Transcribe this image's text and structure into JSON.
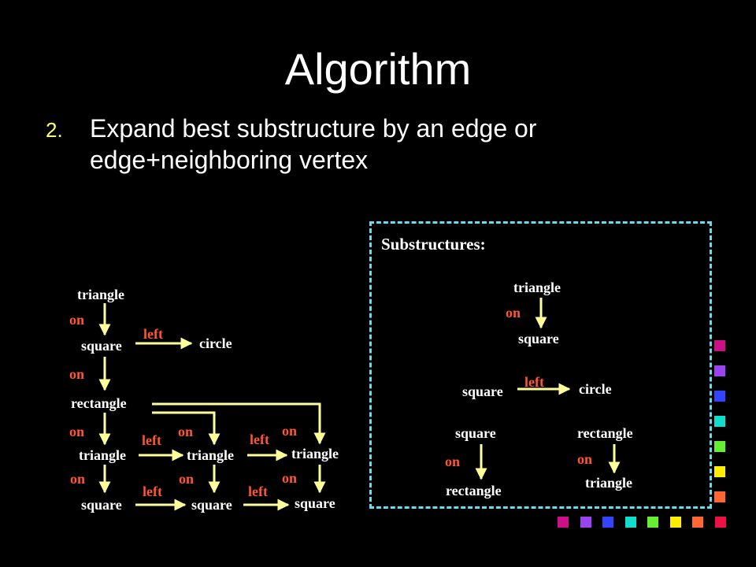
{
  "slide": {
    "title": "Algorithm",
    "bullet_number": "2.",
    "bullet_line1": "Expand best substructure by an edge or",
    "bullet_line2": "edge+neighboring vertex"
  },
  "graph": {
    "triangle_top": "triangle",
    "on_1": "on",
    "square_top": "square",
    "left_1": "left",
    "circle": "circle",
    "on_2": "on",
    "rectangle": "rectangle",
    "on_3": "on",
    "on_4": "on",
    "on_5": "on",
    "left_2": "left",
    "left_3": "left",
    "triangle_1": "triangle",
    "triangle_2": "triangle",
    "triangle_3": "triangle",
    "on_6": "on",
    "on_7": "on",
    "on_8": "on",
    "left_4": "left",
    "left_5": "left",
    "square_1": "square",
    "square_2": "square",
    "square_3": "square"
  },
  "substructures": {
    "heading": "Substructures:",
    "s1": {
      "top": "triangle",
      "edge": "on",
      "bottom": "square"
    },
    "s2": {
      "from": "square",
      "edge": "left",
      "to": "circle"
    },
    "s3": {
      "top": "square",
      "edge": "on",
      "bottom": "rectangle"
    },
    "s4": {
      "top": "rectangle",
      "edge": "on",
      "bottom": "triangle"
    }
  },
  "colors": {
    "background": "#000000",
    "vertex_label": "#ffffff",
    "edge_label": "#ff5533",
    "edge_line": "#ffff99",
    "box_border": "#66ddee",
    "bullet_number": "#ffff66"
  },
  "decor": {
    "square_colors": [
      "#cc1188",
      "#9944ee",
      "#3344ff",
      "#11ddcc",
      "#66ee33",
      "#ffee00",
      "#ff6633",
      "#ee1144"
    ]
  }
}
